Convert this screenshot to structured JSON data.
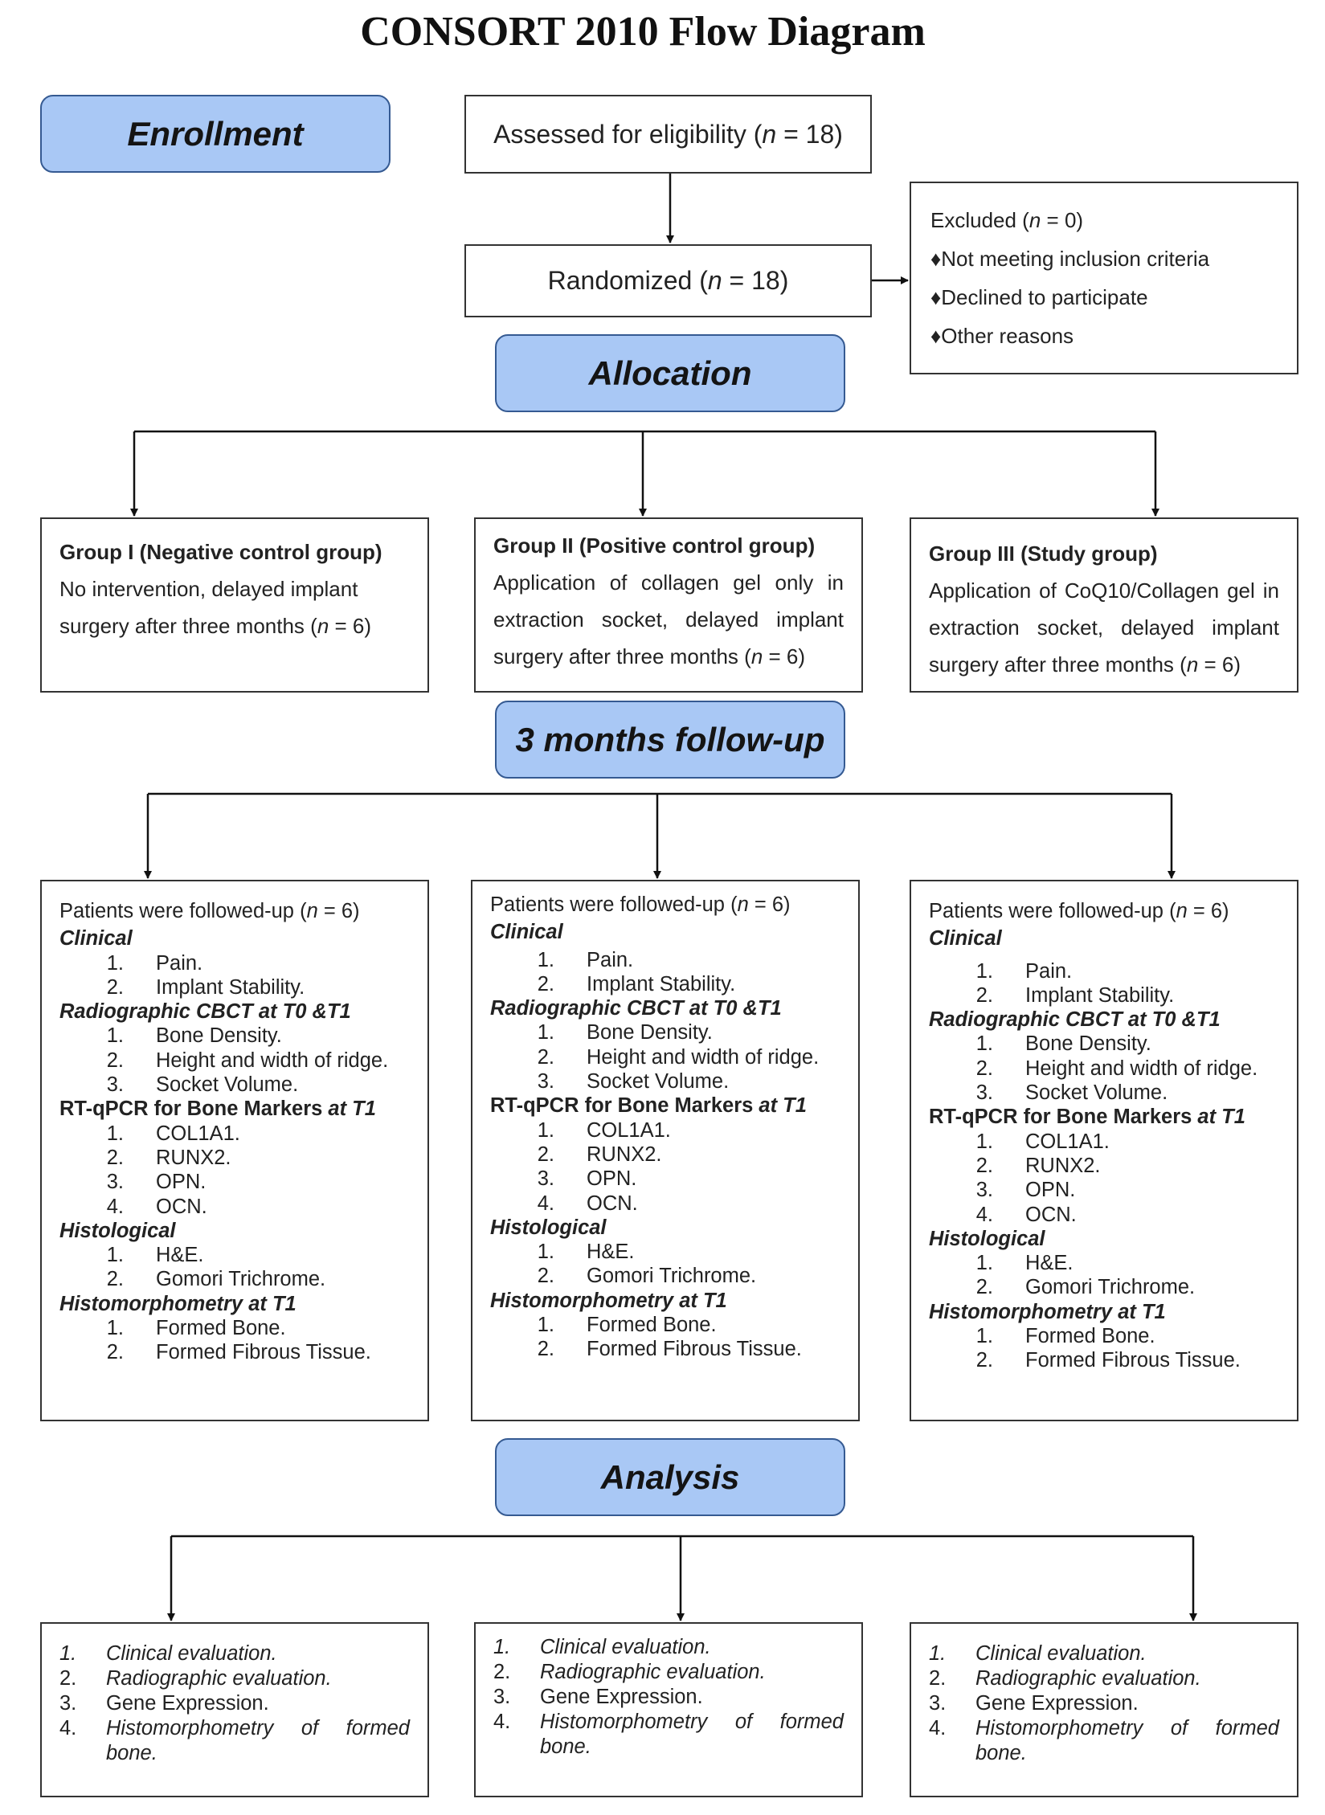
{
  "title": "CONSORT 2010 Flow Diagram",
  "stages": {
    "enrollment": "Enrollment",
    "allocation": "Allocation",
    "followup": "3 months follow-up",
    "analysis": "Analysis"
  },
  "assessed": {
    "text": "Assessed for eligibility (",
    "n": "n",
    "val": " = 18)"
  },
  "randomized": {
    "text": "Randomized (",
    "n": "n",
    "val": " = 18)"
  },
  "excluded": {
    "head_text": "Excluded (",
    "head_n": "n",
    "head_val": " = 0)",
    "bullet": "♦",
    "items": [
      "Not meeting inclusion criteria",
      "Declined to participate",
      "Other reasons"
    ]
  },
  "groups": [
    {
      "heading": "Group I (Negative control group)",
      "lines": [
        "No intervention, delayed implant",
        "surgery after three months ("
      ],
      "n": "n",
      "nval": " = 6)"
    },
    {
      "heading": "Group II (Positive control group)",
      "lines": [
        "Application of collagen gel only in",
        "extraction socket, delayed implant",
        "surgery after three months ("
      ],
      "n": "n",
      "nval": " = 6)"
    },
    {
      "heading": "Group III (Study group)",
      "lines": [
        "Application of CoQ10/Collagen gel in",
        "extraction socket, delayed implant",
        "surgery after three months ("
      ],
      "n": "n",
      "nval": " = 6)"
    }
  ],
  "followup": {
    "intro": "Patients were followed-up (",
    "n": "n",
    "nval": " = 6)",
    "sections": [
      {
        "title": "Clinical",
        "items": [
          "Pain.",
          "Implant Stability."
        ]
      },
      {
        "title": "Radiographic CBCT at T0 &T1",
        "items": [
          "Bone Density.",
          "Height and width of ridge.",
          "Socket Volume."
        ]
      },
      {
        "title_plain": "RT-qPCR for Bone Markers ",
        "title_italic": "at T1",
        "items": [
          "COL1A1.",
          "RUNX2.",
          "OPN.",
          "OCN."
        ]
      },
      {
        "title": "Histological",
        "items": [
          "H&E.",
          "Gomori Trichrome."
        ]
      },
      {
        "title": "Histomorphometry at T1",
        "items": [
          "Formed Bone.",
          "Formed Fibrous Tissue."
        ]
      }
    ],
    "nums": [
      "1.",
      "2.",
      "3.",
      "4."
    ]
  },
  "analysis": {
    "items": [
      "Clinical evaluation.",
      "Radiographic evaluation.",
      "Gene Expression.",
      "Histomorphometry of formed bone."
    ],
    "hist_words": [
      "Histomorphometry",
      "of",
      "formed"
    ],
    "hist_last": "bone.",
    "nums": [
      "1.",
      "2.",
      "3.",
      "4."
    ]
  }
}
